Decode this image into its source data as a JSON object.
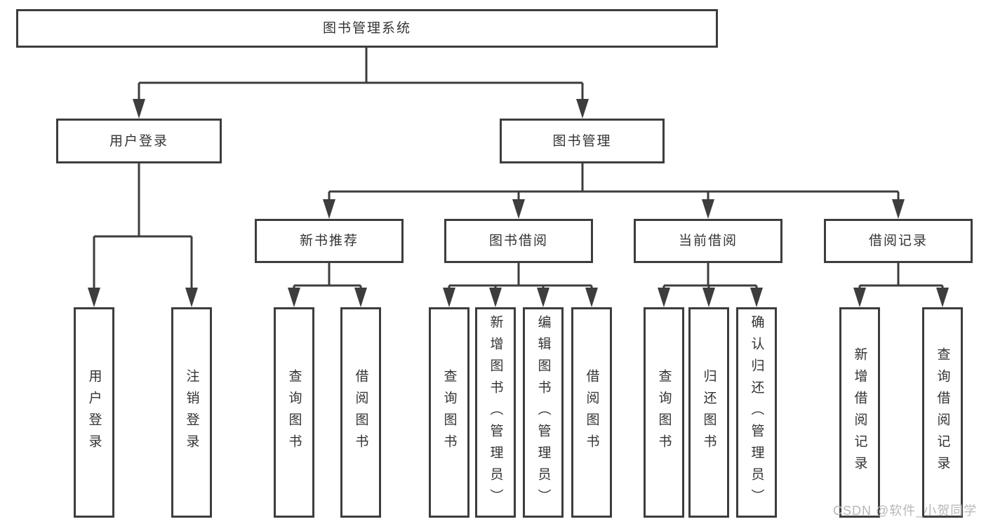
{
  "colors": {
    "line": "#3d3d3d",
    "text": "#333333",
    "watermark": "#b7b7b7"
  },
  "watermark": "CSDN @软件_小贺同学",
  "tree": {
    "label": "图书管理系统",
    "children": [
      {
        "label": "用户登录",
        "children": [
          {
            "label": "用户登录"
          },
          {
            "label": "注销登录"
          }
        ]
      },
      {
        "label": "图书管理",
        "children": [
          {
            "label": "新书推荐",
            "children": [
              {
                "label": "查询图书"
              },
              {
                "label": "借阅图书"
              }
            ]
          },
          {
            "label": "图书借阅",
            "children": [
              {
                "label": "查询图书"
              },
              {
                "label": "新增图书（管理员）"
              },
              {
                "label": "编辑图书（管理员）"
              },
              {
                "label": "借阅图书"
              }
            ]
          },
          {
            "label": "当前借阅",
            "children": [
              {
                "label": "查询图书"
              },
              {
                "label": "归还图书"
              },
              {
                "label": "确认归还（管理员）"
              }
            ]
          },
          {
            "label": "借阅记录",
            "children": [
              {
                "label": "新增借阅记录"
              },
              {
                "label": "查询借阅记录"
              }
            ]
          }
        ]
      }
    ]
  }
}
